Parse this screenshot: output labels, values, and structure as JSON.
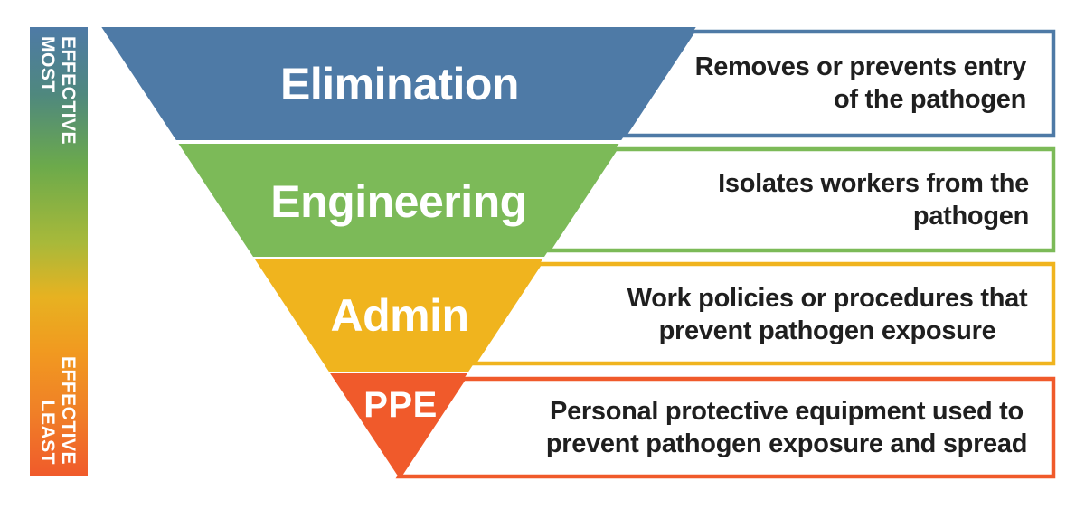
{
  "scale": {
    "most": {
      "line1": "MOST",
      "line2": "EFFECTIVE"
    },
    "least": {
      "line1": "LEAST",
      "line2": "EFFECTIVE"
    }
  },
  "colors": {
    "background": "#ffffff",
    "description_text": "#1f1f1f",
    "title_text": "#ffffff",
    "gradient": [
      "#4e7aa6",
      "#4f887e",
      "#6caa4b",
      "#a8b93a",
      "#e7b221",
      "#f19a20",
      "#f07f27",
      "#f05a2b"
    ]
  },
  "rows": [
    {
      "label": "Elimination",
      "fill": "#4e7aa6",
      "border": "#4e7aa6",
      "desc_line1": "Removes or prevents entry",
      "desc_line2": "of the pathogen"
    },
    {
      "label": "Engineering",
      "fill": "#7cba58",
      "border": "#7cba58",
      "desc_line1": "Isolates workers from the",
      "desc_line2": "pathogen"
    },
    {
      "label": "Admin",
      "fill": "#f0b41e",
      "border": "#f0b41e",
      "desc_line1": "Work policies or procedures that",
      "desc_line2": "prevent pathogen exposure"
    },
    {
      "label": "PPE",
      "fill": "#f05a2b",
      "border": "#f05a2b",
      "desc_line1": "Personal protective equipment used to",
      "desc_line2": "prevent pathogen exposure and spread"
    }
  ]
}
